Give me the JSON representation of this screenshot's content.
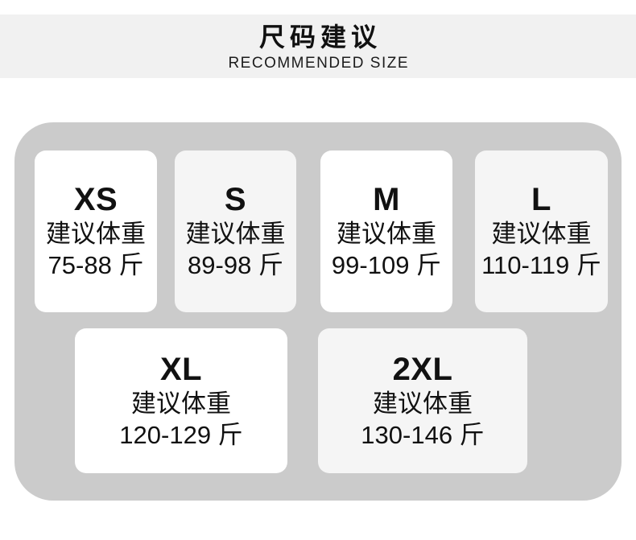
{
  "header": {
    "title": "尺码建议",
    "subtitle": "RECOMMENDED SIZE"
  },
  "sizes": [
    {
      "size": "XS",
      "note": "建议体重",
      "range": "75-88 斤"
    },
    {
      "size": "S",
      "note": "建议体重",
      "range": "89-98 斤"
    },
    {
      "size": "M",
      "note": "建议体重",
      "range": "99-109 斤"
    },
    {
      "size": "L",
      "note": "建议体重",
      "range": "110-119 斤"
    },
    {
      "size": "XL",
      "note": "建议体重",
      "range": "120-129 斤"
    },
    {
      "size": "2XL",
      "note": "建议体重",
      "range": "130-146 斤"
    }
  ],
  "colors": {
    "band": "#f1f1f1",
    "container": "#cbcbcb",
    "card_white": "#ffffff",
    "card_light": "#f5f5f5",
    "text": "#111111"
  }
}
